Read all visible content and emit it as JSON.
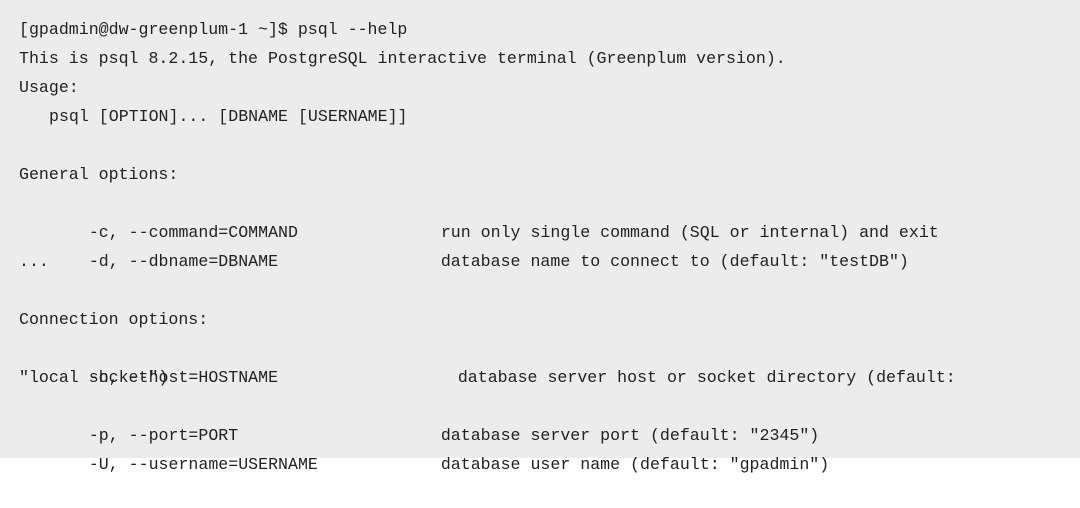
{
  "terminal": {
    "prompt_line": "[gpadmin@dw-greenplum-1 ~]$ psql --help",
    "intro_line": "This is psql 8.2.15, the PostgreSQL interactive terminal (Greenplum version).",
    "usage_header": "Usage:",
    "usage_line": "psql [OPTION]... [DBNAME [USERNAME]]",
    "general_header": "General options:",
    "general_options": [
      {
        "flag": "-c, --command=COMMAND",
        "description": "run only single command (SQL or internal) and exit"
      },
      {
        "flag": "-d, --dbname=DBNAME",
        "description": "database name to connect to (default: \"testDB\")"
      }
    ],
    "ellipsis": "...",
    "connection_header": "Connection options:",
    "connection_options": [
      {
        "flag": "-h, --host=HOSTNAME",
        "description": "database server host or socket directory (default:",
        "continuation": "\"local socket\")"
      },
      {
        "flag": "-p, --port=PORT",
        "description": "database server port (default: \"2345\")"
      },
      {
        "flag": "-U, --username=USERNAME",
        "description": "database user name (default: \"gpadmin\")"
      }
    ]
  },
  "colors": {
    "background": "#ececec",
    "text": "#222222"
  }
}
